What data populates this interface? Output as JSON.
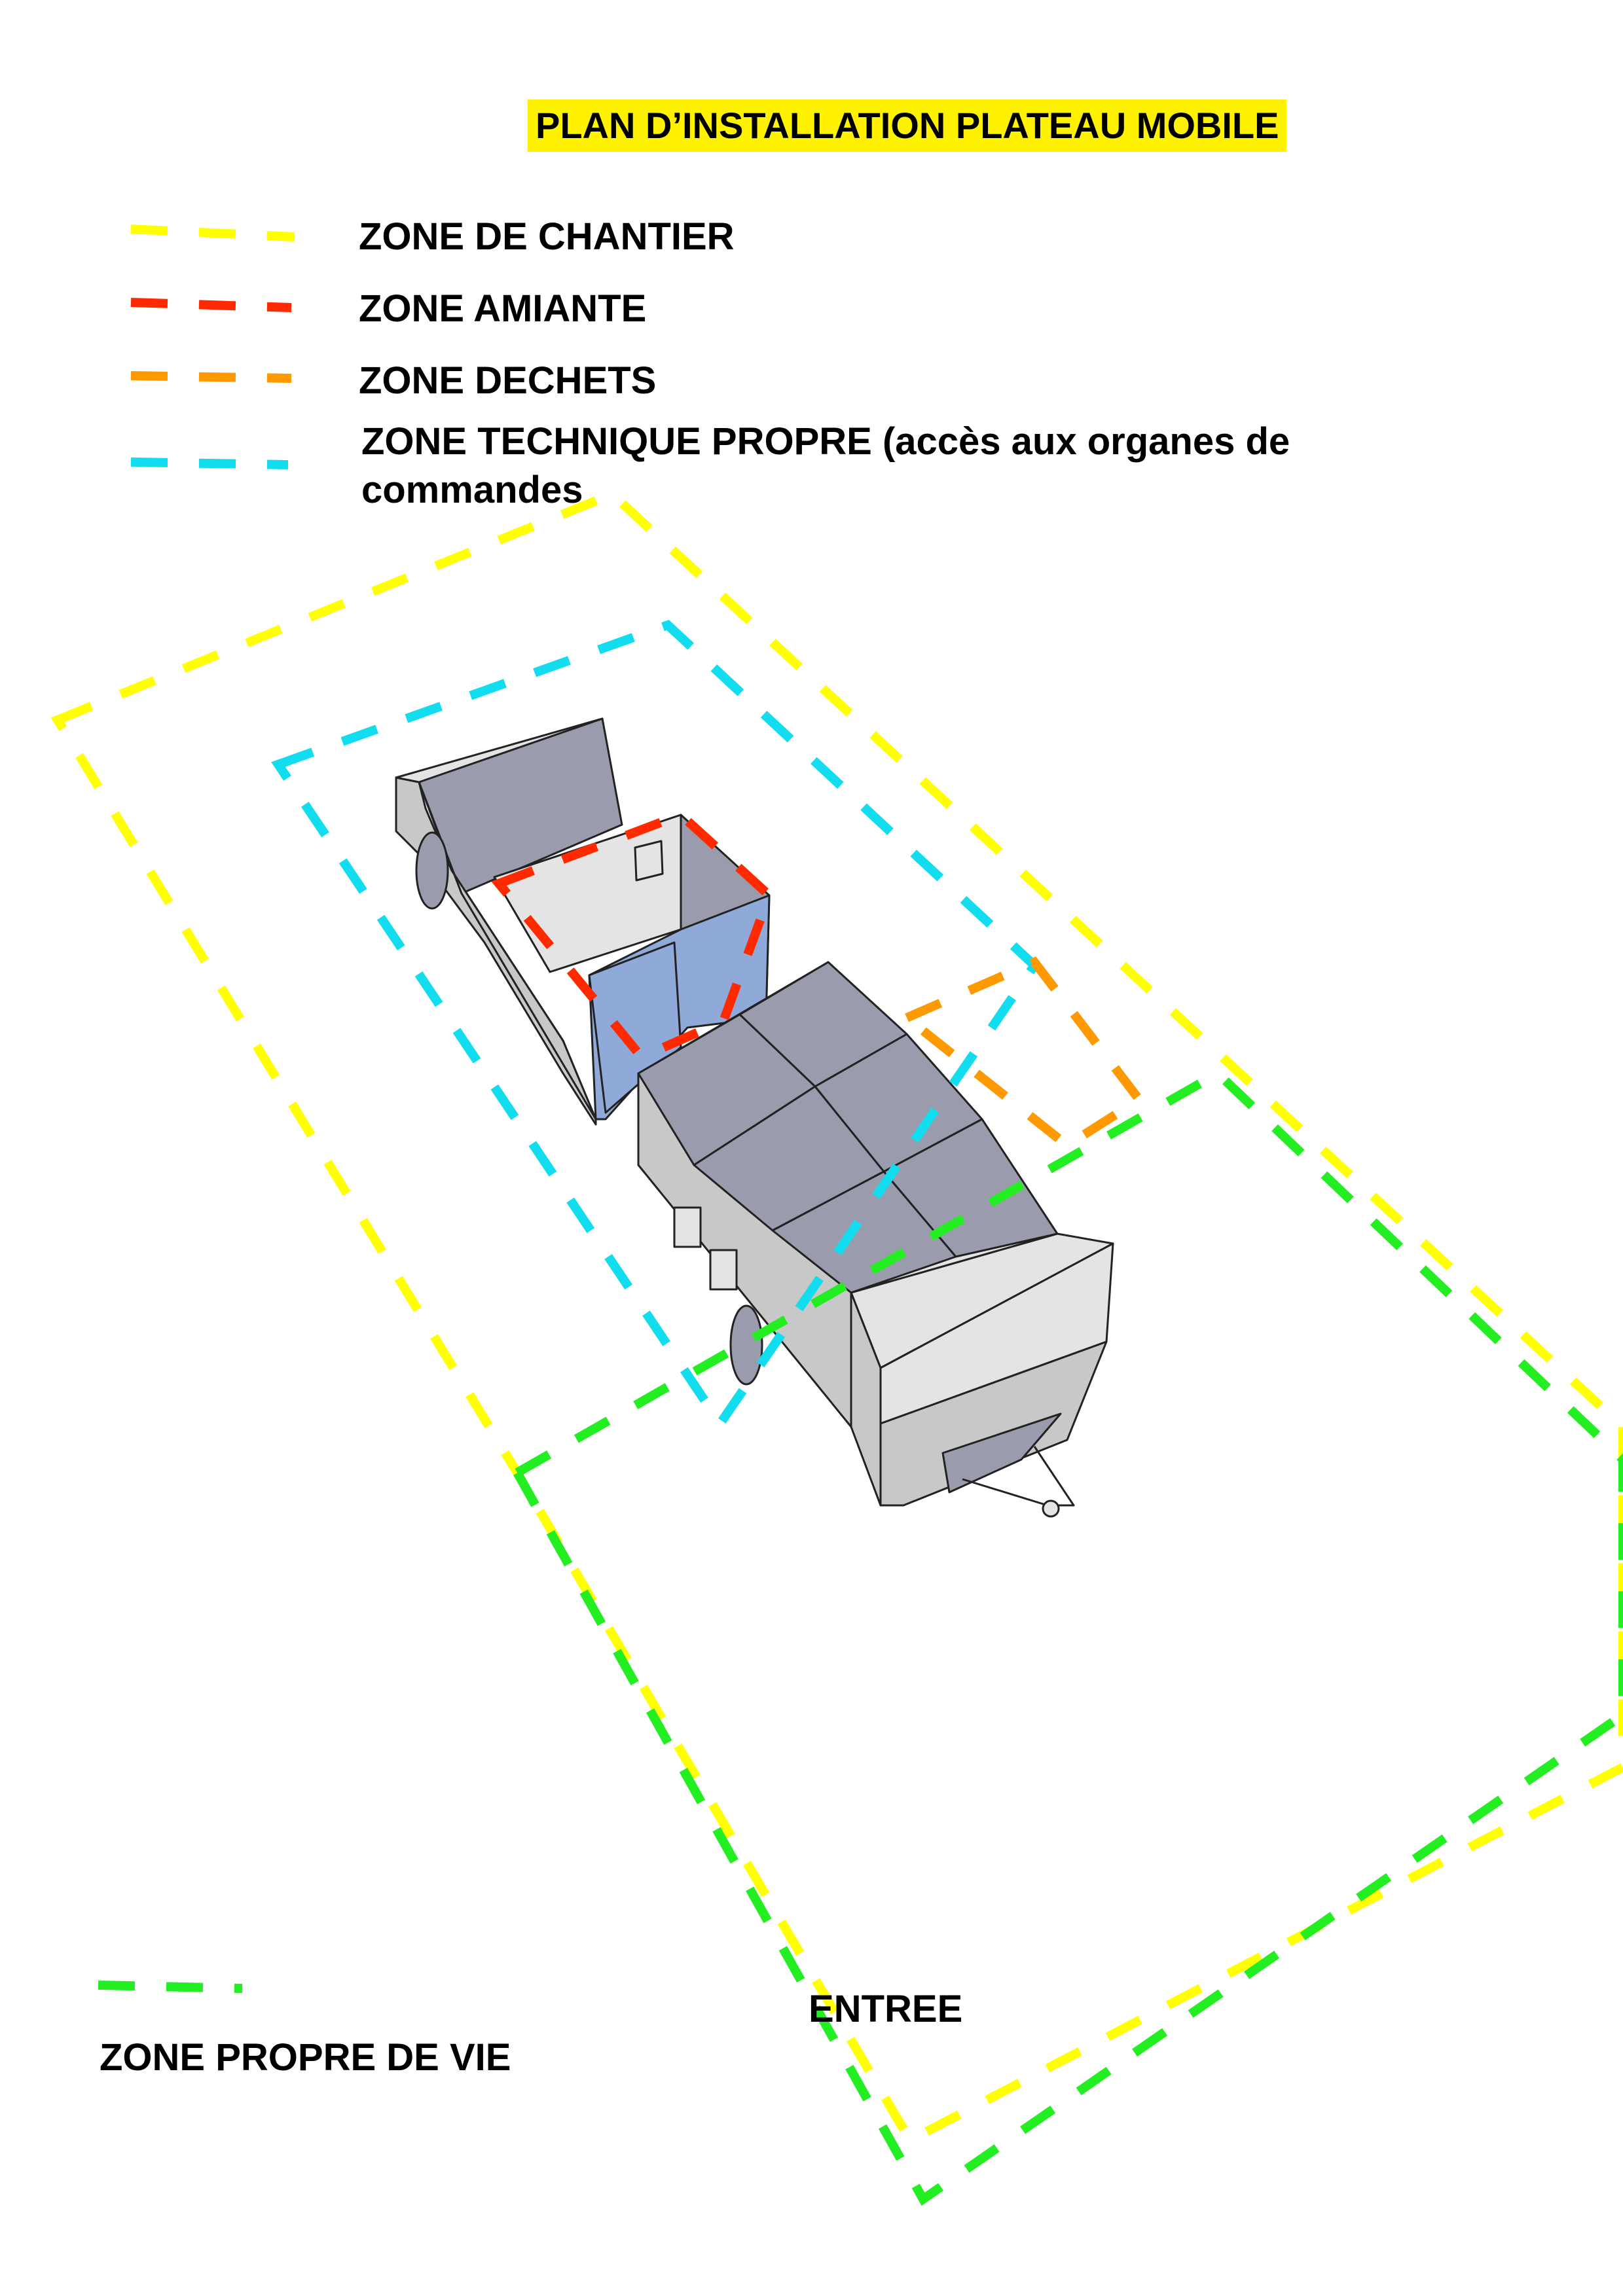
{
  "title": "PLAN D’INSTALLATION PLATEAU MOBILE",
  "legend": {
    "chantier": {
      "label": "ZONE DE CHANTIER",
      "color": "#ffff00"
    },
    "amiante": {
      "label": "ZONE AMIANTE",
      "color": "#ff2a00"
    },
    "dechets": {
      "label": "ZONE DECHETS",
      "color": "#ff9900"
    },
    "technique": {
      "label": "ZONE TECHNIQUE PROPRE (accès aux organes de commandes",
      "color": "#11ddee"
    },
    "vie": {
      "label": "ZONE PROPRE DE VIE",
      "color": "#22ee22"
    }
  },
  "entree_label": "ENTREE",
  "colors": {
    "highlight": "#fff200",
    "vehicle_fill": "#c8c8c8",
    "vehicle_dark": "#9a9cae",
    "vehicle_light": "#e4e4e4",
    "blue_panel": "#8faad8",
    "outline": "#222222"
  }
}
